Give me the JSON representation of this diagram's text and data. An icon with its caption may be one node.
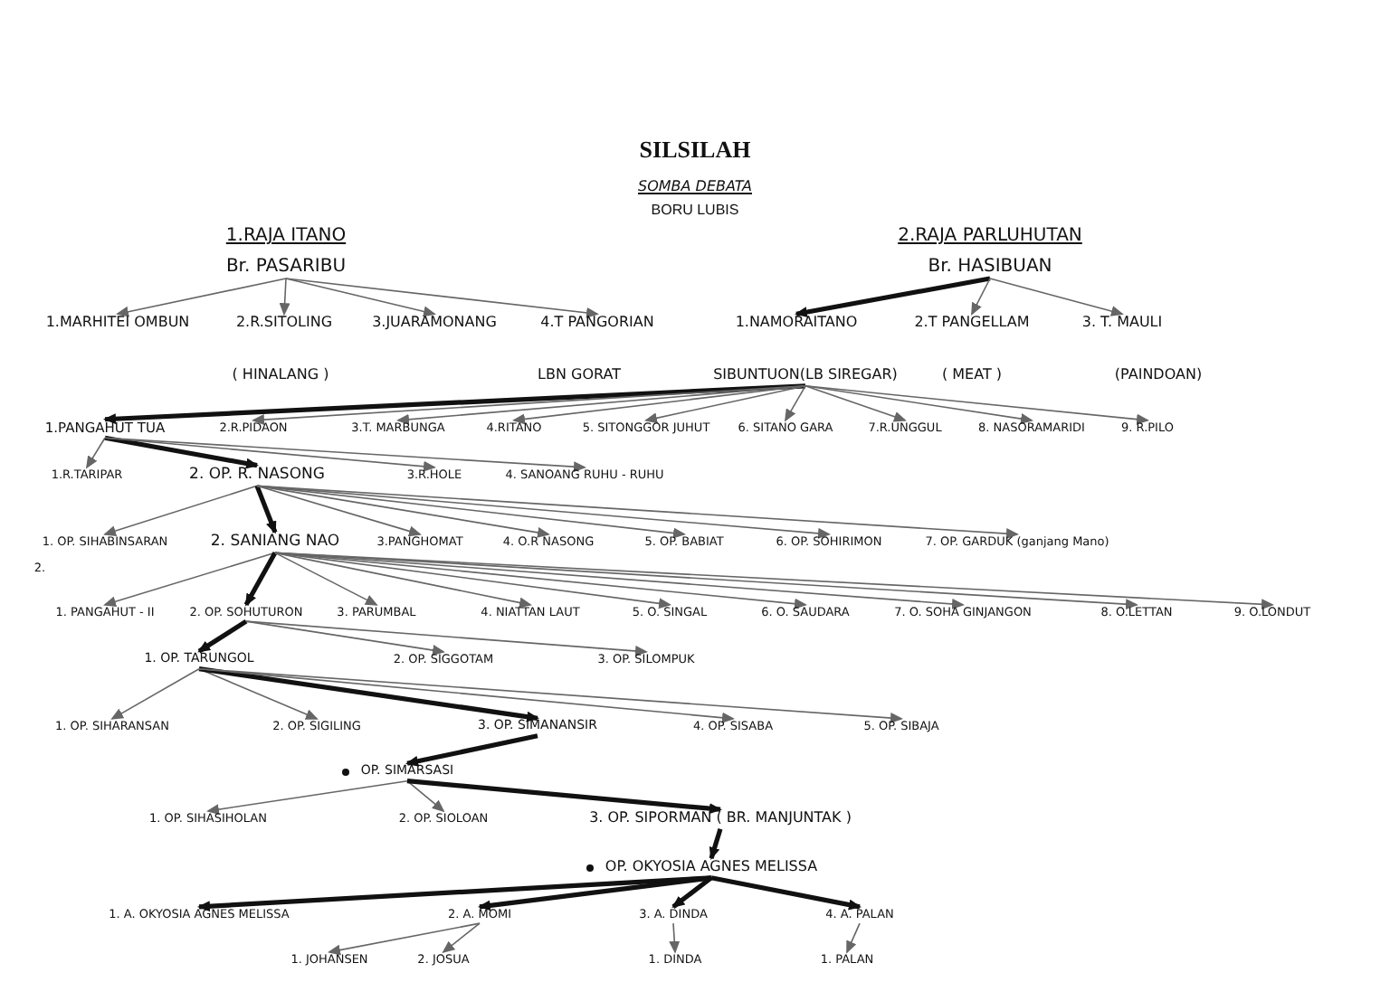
{
  "diagram": {
    "title": "SILSILAH",
    "nodes": [
      {
        "text": [
          "1.RAJA ITANO",
          "Br. PASARIBU"
        ]
      },
      {
        "text": [
          "2.RAJA PARLUHUTAN",
          "Br. HASIBUAN"
        ]
      },
      {
        "text": [
          "1.MARHITEI OMBUN"
        ]
      },
      {
        "text": [
          "2.R.SITOLING"
        ],
        "beside": [
          "( HINALANG )"
        ]
      },
      {
        "text": [
          "3.JUARAMONANG"
        ]
      },
      {
        "text": [
          "4.T PANGORIAN"
        ],
        "beside": [
          "LBN GORAT"
        ]
      },
      {
        "text": [
          "1.NAMORAITANO"
        ]
      },
      {
        "text": [
          "2.T PANGELLAM"
        ],
        "beside": [
          "( MEAT )"
        ]
      },
      {
        "text": [
          "3. T. MAULI"
        ],
        "beside": [
          "(PAINDOAN)"
        ]
      },
      {
        "text": [
          "SIBUNTUON(LB SIREGAR)"
        ]
      },
      {
        "text": [
          "1.PANGAHUT TUA"
        ]
      },
      {
        "text": [
          "2.R.PIDAON"
        ]
      },
      {
        "text": [
          "3.T. MARBUNGA"
        ]
      },
      {
        "text": [
          "4.RITANO"
        ]
      },
      {
        "text": [
          "5. SITONGGOR JUHUT"
        ]
      },
      {
        "text": [
          "6. SITANO GARA"
        ]
      },
      {
        "text": [
          "7.R.UNGGUL"
        ]
      },
      {
        "text": [
          "8. NASORAMARIDI"
        ]
      },
      {
        "text": [
          "9. R.PILO"
        ]
      },
      {
        "text": [
          "1.R.TARIPAR"
        ]
      },
      {
        "text": [
          "2. OP. R. NASONG"
        ]
      },
      {
        "text": [
          "3.R.HOLE"
        ]
      },
      {
        "text": [
          "4. SANOANG RUHU - RUHU"
        ]
      },
      {
        "text": [
          "1. OP. SIHABINSARAN"
        ]
      },
      {
        "text": [
          "2. SANIANG NAO"
        ]
      },
      {
        "text": [
          "3.PANGHOMAT"
        ]
      },
      {
        "text": [
          "4. O.R NASONG"
        ]
      },
      {
        "text": [
          "5. OP. BABIAT"
        ]
      },
      {
        "text": [
          "6. OP. SOHIRIMON"
        ]
      },
      {
        "text": [
          "7. OP. GARDUK (ganjang Mano)"
        ]
      },
      {
        "text": [
          "1. PANGAHUT - II"
        ]
      },
      {
        "text": [
          "2. OP. SOHUTURON"
        ]
      },
      {
        "text": [
          "3. PARUMBAL"
        ]
      },
      {
        "text": [
          "4. NIATTAN LAUT"
        ]
      },
      {
        "text": [
          "5. O. SINGAL"
        ]
      },
      {
        "text": [
          "6. O. SAUDARA"
        ]
      },
      {
        "text": [
          "7. O. SOHA GINJANGON"
        ]
      },
      {
        "text": [
          "8. O.LETTAN"
        ]
      },
      {
        "text": [
          "9. O.LONDUT"
        ]
      },
      {
        "text": [
          "1. OP. TARUNGOL"
        ]
      },
      {
        "text": [
          "2. OP. SIGGOTAM"
        ]
      },
      {
        "text": [
          "3. OP. SILOMPUK"
        ]
      },
      {
        "text": [
          "1. OP. SIHARANSAN"
        ]
      },
      {
        "text": [
          "2. OP. SIGILING"
        ]
      },
      {
        "text": [
          "3. OP. SIMANANSIR"
        ]
      },
      {
        "text": [
          "4. OP. SISABA"
        ]
      },
      {
        "text": [
          "5. OP. SIBAJA"
        ]
      },
      {
        "text": [
          "OP. SIMARSASI"
        ]
      },
      {
        "text": [
          "1. OP. SIHASIHOLAN"
        ]
      },
      {
        "text": [
          "2. OP. SIOLOAN"
        ]
      },
      {
        "text": [
          "3. OP. SIPORMAN ( BR. MANJUNTAK )"
        ]
      },
      {
        "text": [
          "OP. OKYOSIA AGNES MELISSA"
        ]
      },
      {
        "text": [
          "1. A. OKYOSIA AGNES MELISSA"
        ]
      },
      {
        "text": [
          "2. A. MOMI"
        ]
      },
      {
        "text": [
          "3. A. DINDA"
        ]
      },
      {
        "text": [
          "4. A. PALAN"
        ]
      },
      {
        "text": [
          "1. JOHANSEN"
        ]
      },
      {
        "text": [
          "2. JOSUA"
        ]
      },
      {
        "text": [
          "1. DINDA"
        ]
      },
      {
        "text": [
          "1. PALAN"
        ]
      }
    ],
    "edges": [
      {
        "from": 0,
        "to": 2,
        "arrow": "to"
      },
      {
        "from": 0,
        "to": 3,
        "arrow": "to"
      },
      {
        "from": 0,
        "to": 4,
        "arrow": "to"
      },
      {
        "from": 0,
        "to": 5,
        "arrow": "to"
      },
      {
        "from": 1,
        "to": 6,
        "arrow": "to",
        "style": "thick"
      },
      {
        "from": 1,
        "to": 7,
        "arrow": "to"
      },
      {
        "from": 1,
        "to": 8,
        "arrow": "to"
      },
      {
        "from": 9,
        "to": 10,
        "arrow": "to",
        "style": "thick"
      },
      {
        "from": 9,
        "to": 11,
        "arrow": "to"
      },
      {
        "from": 9,
        "to": 12,
        "arrow": "to"
      },
      {
        "from": 9,
        "to": 13,
        "arrow": "to"
      },
      {
        "from": 9,
        "to": 14,
        "arrow": "to"
      },
      {
        "from": 9,
        "to": 15,
        "arrow": "to"
      },
      {
        "from": 9,
        "to": 16,
        "arrow": "to"
      },
      {
        "from": 9,
        "to": 17,
        "arrow": "to"
      },
      {
        "from": 9,
        "to": 18,
        "arrow": "to"
      },
      {
        "from": 10,
        "to": 19,
        "arrow": "to"
      },
      {
        "from": 10,
        "to": 20,
        "arrow": "to",
        "style": "thick"
      },
      {
        "from": 10,
        "to": 21,
        "arrow": "to"
      },
      {
        "from": 10,
        "to": 22,
        "arrow": "to"
      },
      {
        "from": 20,
        "to": 23,
        "arrow": "to"
      },
      {
        "from": 20,
        "to": 24,
        "arrow": "to",
        "style": "thick"
      },
      {
        "from": 20,
        "to": 25,
        "arrow": "to"
      },
      {
        "from": 20,
        "to": 26,
        "arrow": "to"
      },
      {
        "from": 20,
        "to": 27,
        "arrow": "to"
      },
      {
        "from": 20,
        "to": 28,
        "arrow": "to"
      },
      {
        "from": 20,
        "to": 29,
        "arrow": "to"
      },
      {
        "from": 24,
        "to": 30,
        "arrow": "to"
      },
      {
        "from": 24,
        "to": 31,
        "arrow": "to",
        "style": "thick"
      },
      {
        "from": 24,
        "to": 32,
        "arrow": "to"
      },
      {
        "from": 24,
        "to": 33,
        "arrow": "to"
      },
      {
        "from": 24,
        "to": 34,
        "arrow": "to"
      },
      {
        "from": 24,
        "to": 35,
        "arrow": "to"
      },
      {
        "from": 24,
        "to": 36,
        "arrow": "to"
      },
      {
        "from": 24,
        "to": 37,
        "arrow": "to"
      },
      {
        "from": 24,
        "to": 38,
        "arrow": "to"
      },
      {
        "from": 31,
        "to": 39,
        "arrow": "to",
        "style": "thick"
      },
      {
        "from": 31,
        "to": 40,
        "arrow": "to"
      },
      {
        "from": 31,
        "to": 41,
        "arrow": "to"
      },
      {
        "from": 39,
        "to": 42,
        "arrow": "to"
      },
      {
        "from": 39,
        "to": 43,
        "arrow": "to"
      },
      {
        "from": 39,
        "to": 44,
        "arrow": "to",
        "style": "thick"
      },
      {
        "from": 39,
        "to": 45,
        "arrow": "to"
      },
      {
        "from": 39,
        "to": 46,
        "arrow": "to"
      },
      {
        "from": 44,
        "to": 47,
        "arrow": "to",
        "style": "thick"
      },
      {
        "from": 47,
        "to": 48,
        "arrow": "to"
      },
      {
        "from": 47,
        "to": 49,
        "arrow": "to"
      },
      {
        "from": 47,
        "to": 50,
        "arrow": "to",
        "style": "thick"
      },
      {
        "from": 50,
        "to": 51,
        "arrow": "to",
        "style": "thick"
      },
      {
        "from": 51,
        "to": 52,
        "arrow": "to",
        "style": "thick"
      },
      {
        "from": 51,
        "to": 53,
        "arrow": "to",
        "style": "thick"
      },
      {
        "from": 51,
        "to": 54,
        "arrow": "to",
        "style": "thick"
      },
      {
        "from": 51,
        "to": 55,
        "arrow": "to",
        "style": "thick"
      },
      {
        "from": 53,
        "to": 56,
        "arrow": "to"
      },
      {
        "from": 53,
        "to": 57,
        "arrow": "to"
      },
      {
        "from": 54,
        "to": 58,
        "arrow": "to"
      },
      {
        "from": 55,
        "to": 59,
        "arrow": "to"
      }
    ],
    "labels": [
      "SOMBA DEBATA",
      "BORU LUBIS",
      "2."
    ]
  }
}
